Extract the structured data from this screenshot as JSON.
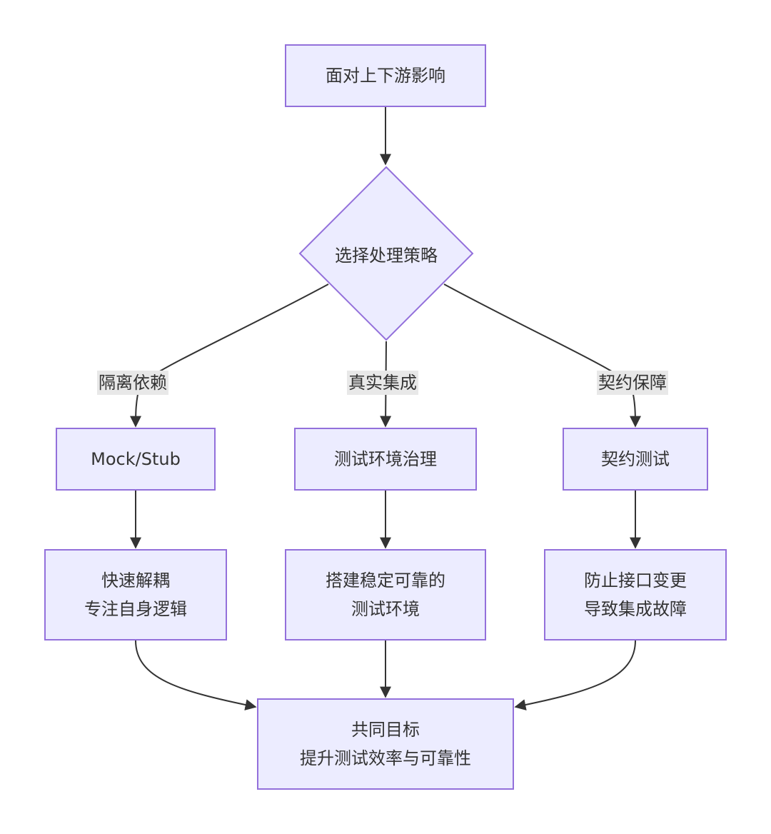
{
  "nodes": {
    "start": "面对上下游影响",
    "decision": "选择处理策略",
    "mock": "Mock/Stub",
    "env": "测试环境治理",
    "contract": "契约测试",
    "mock_result": {
      "line1": "快速解耦",
      "line2": "专注自身逻辑"
    },
    "env_result": {
      "line1": "搭建稳定可靠的",
      "line2": "测试环境"
    },
    "contract_result": {
      "line1": "防止接口变更",
      "line2": "导致集成故障"
    },
    "goal": {
      "line1": "共同目标",
      "line2": "提升测试效率与可靠性"
    }
  },
  "edge_labels": {
    "isolate": "隔离依赖",
    "integrate": "真实集成",
    "contract": "契约保障"
  },
  "colors": {
    "node_fill": "#ECECFF",
    "node_border": "#9370DB",
    "edge": "#333333",
    "label_bg": "#e8e8e8"
  }
}
